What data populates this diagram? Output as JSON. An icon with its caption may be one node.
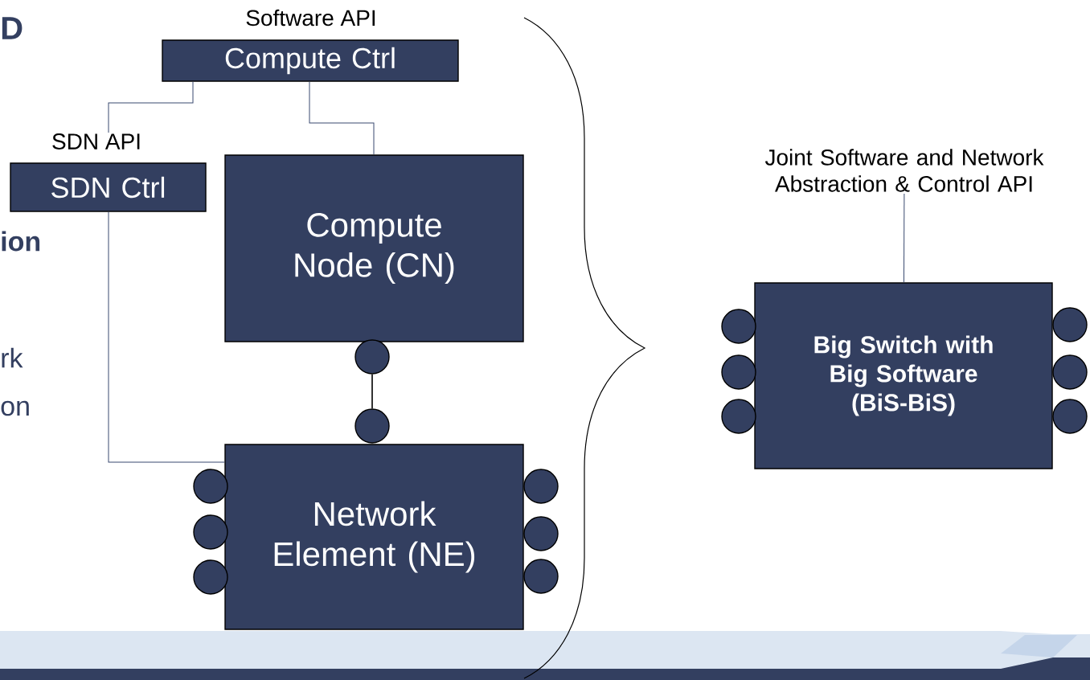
{
  "diagram": {
    "nodes": [
      {
        "text": [
          "Software API",
          "Compute Ctrl"
        ]
      },
      {
        "text": [
          "SDN API",
          "SDN Ctrl"
        ]
      },
      {
        "text": [
          "Compute Node (CN)"
        ]
      },
      {
        "text": [],
        "shape": "circle"
      },
      {
        "text": [],
        "shape": "circle"
      },
      {
        "text": [
          "Network Element (NE)"
        ]
      },
      {
        "text": [],
        "shape": "circle"
      },
      {
        "text": [],
        "shape": "circle"
      },
      {
        "text": [],
        "shape": "circle"
      },
      {
        "text": [],
        "shape": "circle"
      },
      {
        "text": [],
        "shape": "circle"
      },
      {
        "text": [],
        "shape": "circle"
      },
      {
        "text": [
          "Joint Software and Network Abstraction & Control API"
        ]
      },
      {
        "text": [
          "Big Switch with Big Software (BiS-BiS)"
        ]
      },
      {
        "text": [],
        "shape": "circle"
      },
      {
        "text": [],
        "shape": "circle"
      },
      {
        "text": [],
        "shape": "circle"
      },
      {
        "text": [],
        "shape": "circle"
      },
      {
        "text": [],
        "shape": "circle"
      },
      {
        "text": [],
        "shape": "circle"
      }
    ],
    "edges": [
      {
        "from": 0,
        "to": 1,
        "arrow": "none"
      },
      {
        "from": 0,
        "to": 2,
        "arrow": "none"
      },
      {
        "from": 1,
        "to": 5,
        "arrow": "none"
      },
      {
        "from": 3,
        "to": 4,
        "arrow": "none",
        "color": "#000000"
      },
      {
        "from": 12,
        "to": 13,
        "arrow": "none"
      }
    ],
    "labels": [
      "D",
      "ion",
      "rk",
      "on"
    ]
  }
}
